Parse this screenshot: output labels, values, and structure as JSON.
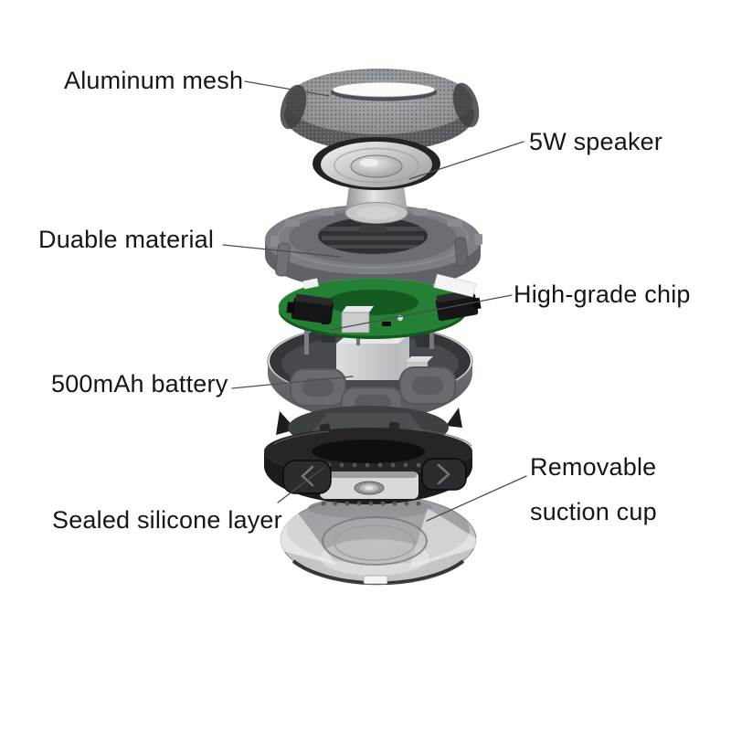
{
  "diagram": {
    "type": "exploded-view",
    "labels": {
      "aluminum_mesh": "Aluminum mesh",
      "speaker": "5W speaker",
      "durable_material": "Duable material",
      "high_grade_chip": "High-grade chip",
      "battery": "500mAh battery",
      "silicone_layer": "Sealed silicone layer",
      "suction_cup_line1": "Removable",
      "suction_cup_line2": "suction cup"
    },
    "colors": {
      "background": "#ffffff",
      "label_text": "#161616",
      "leader_line": "#4d4d4d",
      "pcb_green": "#238035",
      "housing_gray": "#7b7f83",
      "silicone_black": "#1e1e21",
      "metal_silver": "#c9cbcd",
      "mesh_gray": "#9ea2a5",
      "battery_silver": "#dcdedf"
    }
  }
}
